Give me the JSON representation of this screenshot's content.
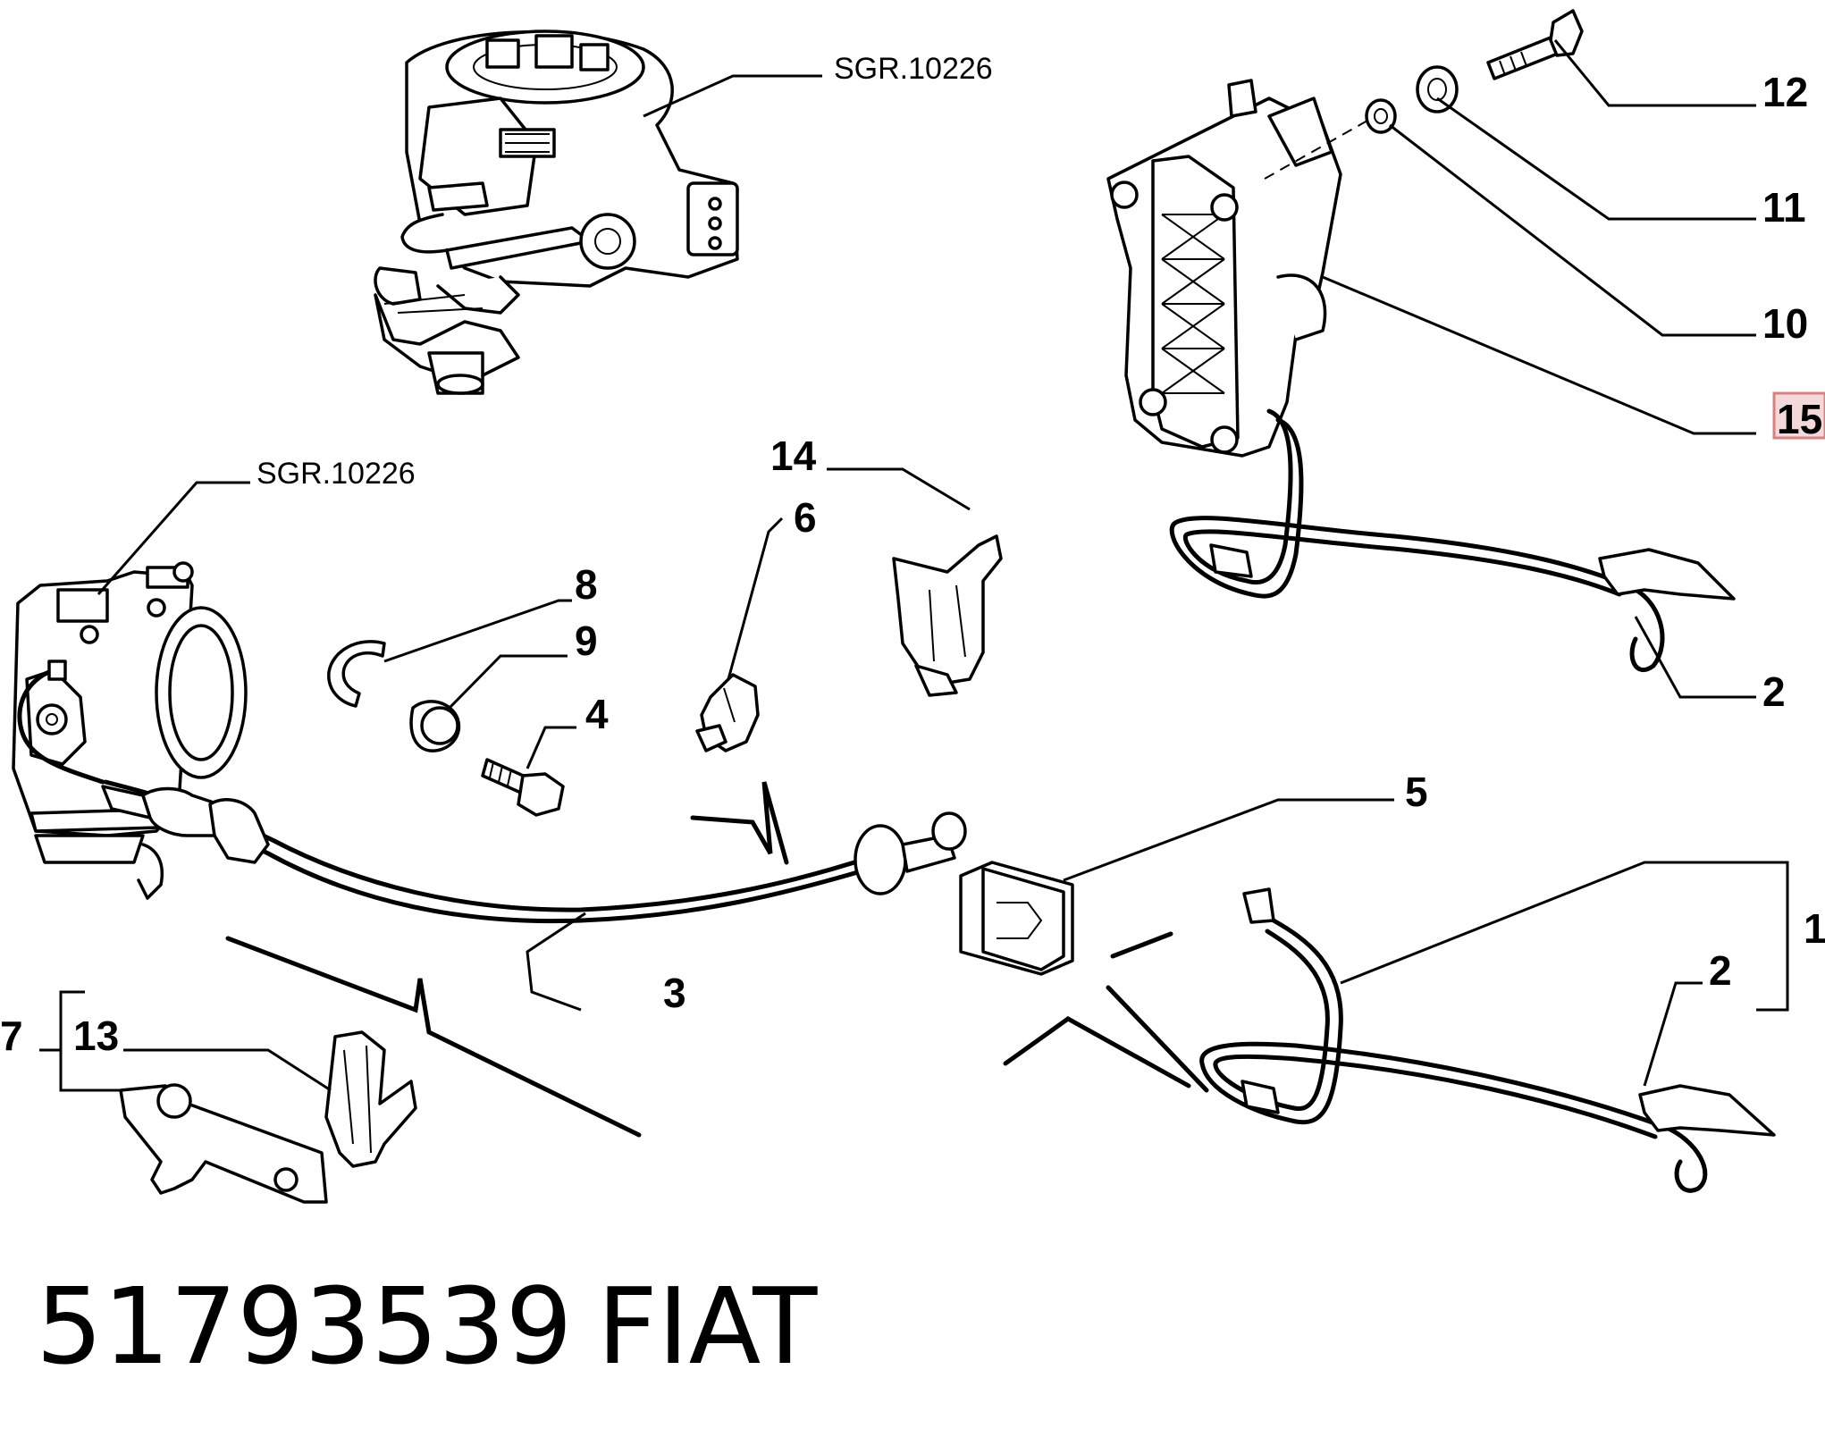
{
  "diagram": {
    "references": {
      "upper": "SGR.10226",
      "left": "SGR.10226"
    },
    "callouts": {
      "c1": "1",
      "c2a": "2",
      "c2b": "2",
      "c3": "3",
      "c4": "4",
      "c5": "5",
      "c6": "6",
      "c7": "7",
      "c8": "8",
      "c9": "9",
      "c10": "10",
      "c11": "11",
      "c12": "12",
      "c13": "13",
      "c14": "14",
      "c15": "15"
    },
    "highlighted_callout": "15",
    "highlight_color": "#d98080"
  },
  "footer": {
    "part_number": "51793539",
    "brand": "FIAT"
  }
}
